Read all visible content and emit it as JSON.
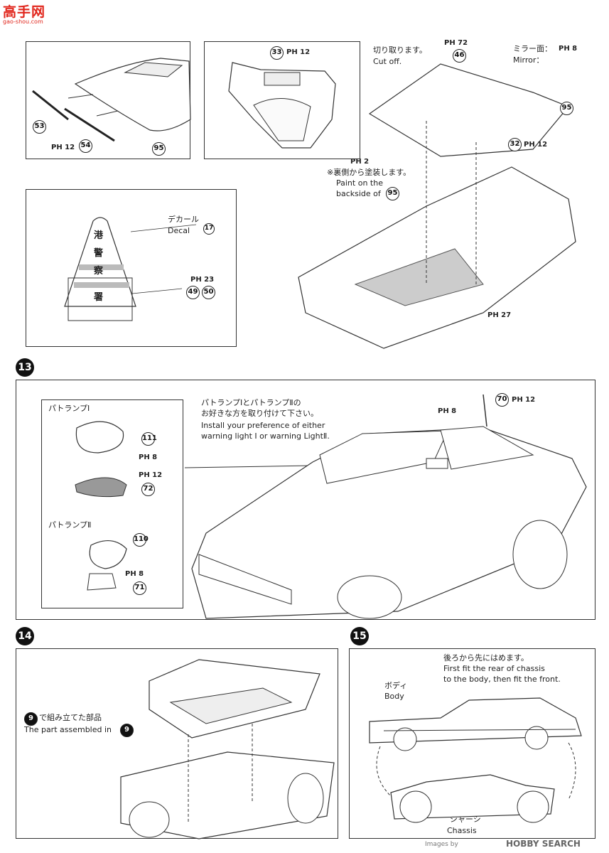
{
  "watermark": {
    "site_name": "高手网",
    "site_url": "gao-shou.com",
    "credit": "Images by ",
    "brand": "HOBBY SEARCH"
  },
  "steps": [
    "13",
    "14",
    "15"
  ],
  "top": {
    "panel_a": {
      "parts": [
        "53",
        "54",
        "95"
      ],
      "paint": "PH 12"
    },
    "panel_b": {
      "part": "33",
      "paint": "PH 12"
    },
    "cone": {
      "decal_jp": "デカール",
      "decal_en": "Decal",
      "decal_no": "17",
      "paint": "PH 23",
      "parts": [
        "49",
        "50"
      ],
      "kanji": [
        "港",
        "警",
        "察",
        "署"
      ]
    },
    "body": {
      "cut_jp": "切り取ります。",
      "cut_en": "Cut off.",
      "mirror_jp": "ミラー面：",
      "mirror_paint": "PH 8",
      "mirror_en": "Mirror：",
      "p72": "PH 72",
      "p46": "46",
      "p95": "95",
      "p32": "32",
      "p12": "PH 12",
      "ph2": "PH 2",
      "paint_jp": "※裏側から塗装します。",
      "paint_en1": "Paint on the",
      "paint_en2": "backside of",
      "paint_no": "95",
      "ph27": "PH 27"
    }
  },
  "step13": {
    "lamp1_title": "パトランプⅠ",
    "lamp2_title": "パトランプⅡ",
    "note_jp1": "パトランプⅠとパトランプⅡの",
    "note_jp2": "お好きな方を取り付けて下さい。",
    "note_en1": "Install your preference of either",
    "note_en2": "warning light I or warning LightⅡ.",
    "lamp1_parts": [
      "111",
      "72"
    ],
    "lamp2_parts": [
      "110",
      "71"
    ],
    "paint8": "PH 8",
    "paint12": "PH 12",
    "antenna_part": "70"
  },
  "step14": {
    "jp": "で組み立てた部品",
    "en": "The part assembled in",
    "ref": "9"
  },
  "step15": {
    "jp": "後ろから先にはめます。",
    "en1": "First fit the rear of chassis",
    "en2": "to the body, then fit the front.",
    "body_jp": "ボディ",
    "body_en": "Body",
    "chassis_jp": "シャーシ",
    "chassis_en": "Chassis"
  }
}
